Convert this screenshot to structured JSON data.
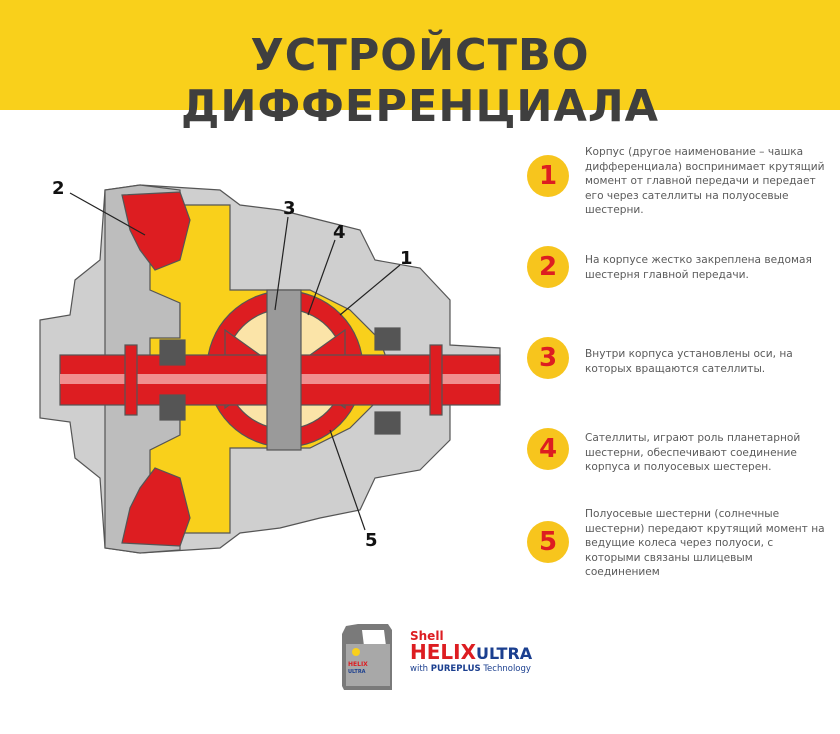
{
  "header": {
    "title": "УСТРОЙСТВО ДИФФЕРЕНЦИАЛА"
  },
  "diagram": {
    "labels": [
      "2",
      "3",
      "4",
      "1",
      "5"
    ]
  },
  "items": [
    {
      "number": "1",
      "text": "Корпус (другое наименование – чашка дифференциала) воспринимает крутящий момент от главной передачи и передает его через сателлиты на полуосевые шестерни."
    },
    {
      "number": "2",
      "text": "На корпусе жестко закреплена ведомая шестерня главной передачи."
    },
    {
      "number": "3",
      "text": "Внутри корпуса установлены оси, на которых вращаются сателлиты."
    },
    {
      "number": "4",
      "text": "Сателлиты, играют роль планетарной шестерни, обеспечивают соединение корпуса и полуосевых шестерен."
    },
    {
      "number": "5",
      "text": "Полуосевые шестерни (солнечные шестерни) передают крутящий момент на ведущие колеса через полуоси, с которыми связаны шлицевым соединением"
    }
  ],
  "brand": {
    "shell": "Shell",
    "helix": "HELIX",
    "ultra": "ULTRA",
    "with": "with",
    "pureplus": "PUREPLUS",
    "technology": "Technology",
    "bottle_text": "Shell HELIX ULTRA"
  },
  "colors": {
    "yellow": "#f9d01b",
    "red": "#dd1d21",
    "gray": "#c9c9c9",
    "dark": "#3f3f3f"
  }
}
